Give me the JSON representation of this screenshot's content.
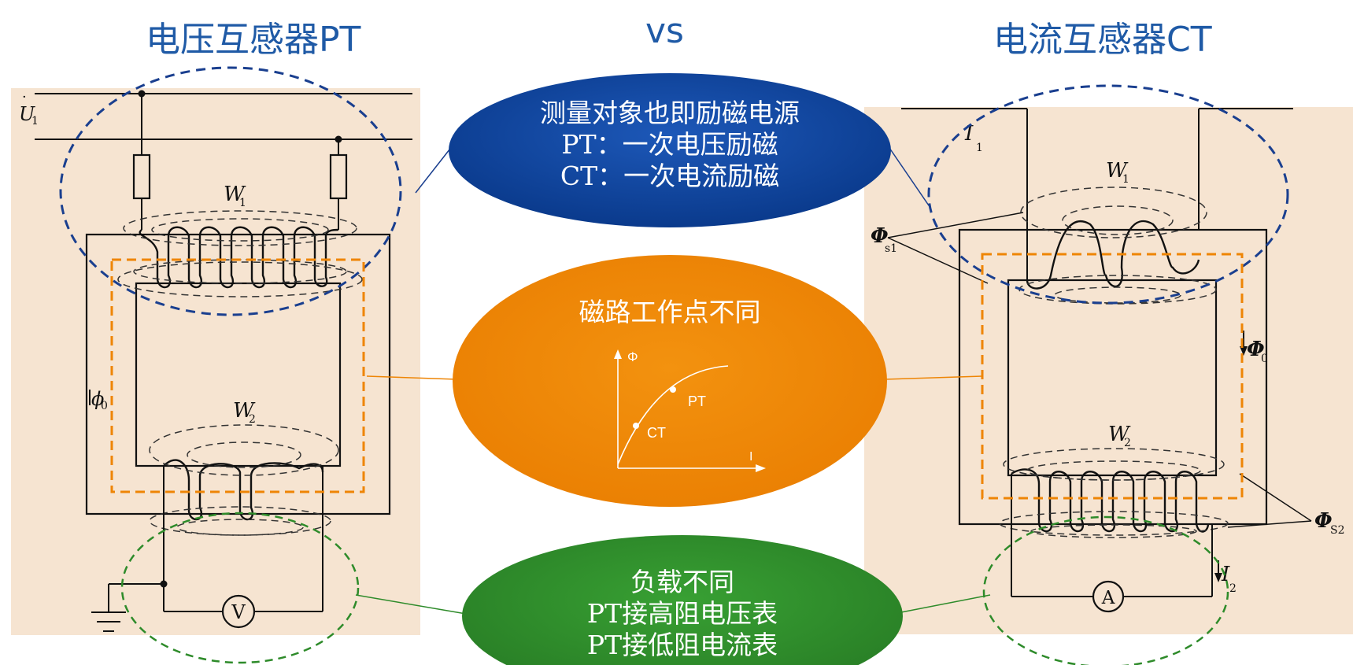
{
  "title": {
    "left": "电压互感器PT",
    "vs": "vs",
    "right": "电流互感器CT"
  },
  "colors": {
    "title": "#1f5aa6",
    "panel": "#f6e4d1",
    "blue": "#0b3f97",
    "orange": "#ee8505",
    "green": "#2e8b2a",
    "dash_blue": "#1a3f8f",
    "dash_orange": "#ee8505",
    "dash_green": "#2e8b2a"
  },
  "callouts": {
    "excitation": {
      "lines": [
        "测量对象也即励磁电源",
        "PT：一次电压励磁",
        "CT：一次电流励磁"
      ]
    },
    "operating_point": {
      "title": "磁路工作点不同",
      "curve_y_label": "Φ",
      "curve_x_label": "I",
      "pt_label": "PT",
      "ct_label": "CT"
    },
    "load": {
      "lines": [
        "负载不同",
        "PT接高阻电压表",
        "PT接低阻电流表"
      ]
    }
  },
  "pt_diagram": {
    "voltage_label": "U",
    "voltage_sub": "1",
    "w1": "W",
    "w1_sub": "1",
    "w2": "W",
    "w2_sub": "2",
    "flux": "ϕ",
    "flux_sub": "0",
    "meter": "V"
  },
  "ct_diagram": {
    "current1": "I",
    "current1_sub": "1",
    "w1": "W",
    "w1_sub": "1",
    "w2": "W",
    "w2_sub": "2",
    "flux_s1": "Φ",
    "flux_s1_sub": "s1",
    "flux_0": "Φ",
    "flux_0_sub": "0",
    "flux_s2": "Φ",
    "flux_s2_sub": "S2",
    "current2": "I",
    "current2_sub": "2",
    "meter": "A"
  }
}
